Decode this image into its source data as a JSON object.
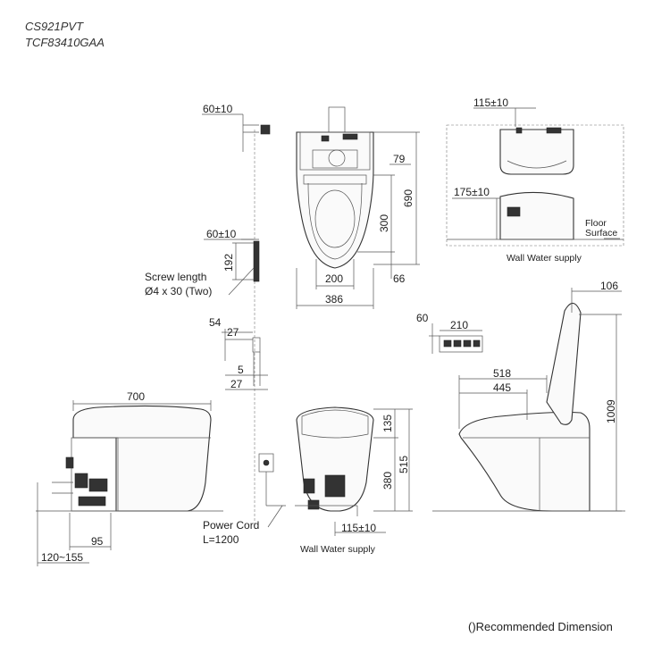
{
  "header": {
    "model_1": "CS921PVT",
    "model_2": "TCF83410GAA"
  },
  "labels": {
    "screw_length_1": "Screw length",
    "screw_length_2": "Ø4 x 30 (Two)",
    "wall_water_supply_top": "Wall Water supply",
    "floor": "Floor",
    "surface": "Surface",
    "power_cord_1": "Power Cord",
    "power_cord_2": "L=1200",
    "wall_water_supply_bottom": "Wall Water supply",
    "recommended_note": "()Recommended Dimension"
  },
  "dimensions": {
    "top_view": {
      "d60_top": "60±10",
      "d79": "79",
      "d690": "690",
      "d300": "300",
      "d200": "200",
      "d386": "386",
      "d66": "66"
    },
    "remote_side": {
      "d60": "60±10",
      "d192": "192"
    },
    "wall_detail": {
      "d115": "115±10",
      "d175": "175±10"
    },
    "bracket": {
      "d54": "54",
      "d27a": "27",
      "d5": "5",
      "d27b": "27"
    },
    "remote_front": {
      "d60": "60",
      "d210": "210"
    },
    "side_view": {
      "d700": "700",
      "d95": "95",
      "d120_155": "120~155"
    },
    "front_view": {
      "d135": "135",
      "d380": "380",
      "d515": "515",
      "d115": "115±10"
    },
    "right_view": {
      "d106": "106",
      "d518": "518",
      "d445": "445",
      "d1009": "1009"
    }
  }
}
